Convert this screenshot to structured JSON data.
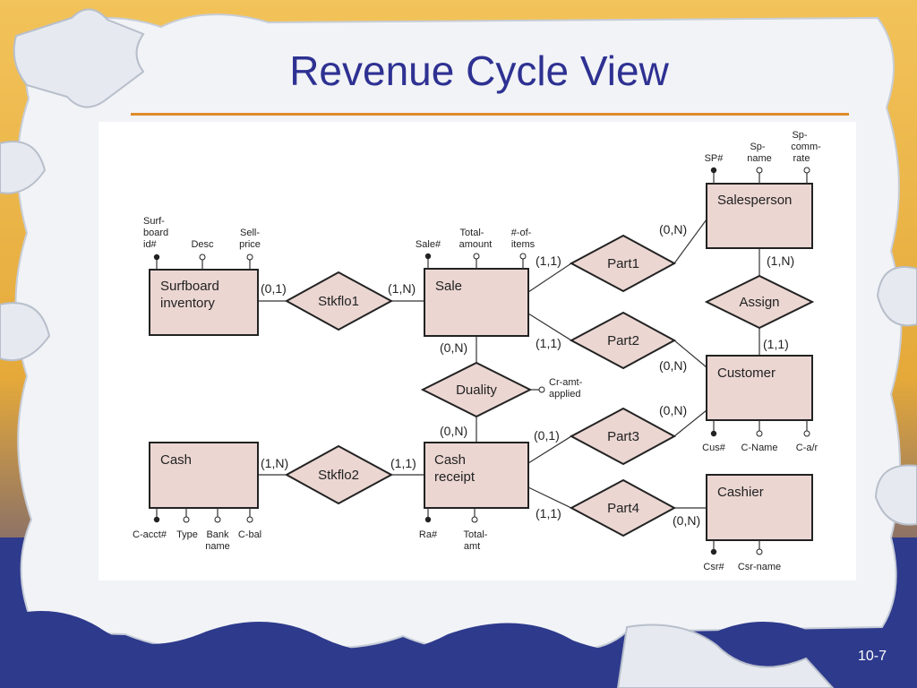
{
  "slide": {
    "title": "Revenue Cycle View",
    "page_number": "10-7"
  },
  "entities": {
    "surfboard_inventory": {
      "line1": "Surfboard",
      "line2": "inventory"
    },
    "sale": {
      "line1": "Sale"
    },
    "salesperson": {
      "line1": "Salesperson"
    },
    "customer": {
      "line1": "Customer"
    },
    "cash": {
      "line1": "Cash"
    },
    "cash_receipt": {
      "line1": "Cash",
      "line2": "receipt"
    },
    "cashier": {
      "line1": "Cashier"
    }
  },
  "relationships": {
    "stkflo1": "Stkflo1",
    "part1": "Part1",
    "part2": "Part2",
    "assign": "Assign",
    "duality": "Duality",
    "part3": "Part3",
    "stkflo2": "Stkflo2",
    "part4": "Part4"
  },
  "cardinalities": {
    "inv_stkflo1": "(0,1)",
    "sale_stkflo1": "(1,N)",
    "sale_part1": "(1,1)",
    "sp_part1": "(0,N)",
    "sp_assign": "(1,N)",
    "cust_assign": "(1,1)",
    "sale_part2": "(1,1)",
    "cust_part2": "(0,N)",
    "sale_duality": "(0,N)",
    "cr_duality": "(0,N)",
    "cr_part3": "(0,1)",
    "cust_part3": "(0,N)",
    "cash_stkflo2": "(1,N)",
    "cr_stkflo2": "(1,1)",
    "cr_part4": "(1,1)",
    "cashier_part4": "(0,N)"
  },
  "attributes": {
    "inventory": {
      "surfboard_id": [
        "Surf-",
        "board",
        "id#"
      ],
      "desc": [
        "Desc"
      ],
      "sell_price": [
        "Sell-",
        "price"
      ]
    },
    "sale": {
      "sale_no": [
        "Sale#"
      ],
      "total_amount": [
        "Total-",
        "amount"
      ],
      "num_items": [
        "#-of-",
        "items"
      ]
    },
    "salesperson": {
      "sp_no": [
        "SP#"
      ],
      "sp_name": [
        "Sp-",
        "name"
      ],
      "sp_comm_rate": [
        "Sp-",
        "comm-",
        "rate"
      ]
    },
    "customer": {
      "cus_no": [
        "Cus#"
      ],
      "c_name": [
        "C-Name"
      ],
      "c_ar": [
        "C-a/r"
      ]
    },
    "duality": {
      "cr_amt_applied": [
        "Cr-amt-",
        "applied"
      ]
    },
    "cash": {
      "c_acct": [
        "C-acct#"
      ],
      "type": [
        "Type"
      ],
      "bank_name": [
        "Bank",
        "name"
      ],
      "c_bal": [
        "C-bal"
      ]
    },
    "cash_receipt": {
      "ra_no": [
        "Ra#"
      ],
      "total_amt": [
        "Total-",
        "amt"
      ]
    },
    "cashier": {
      "csr_no": [
        "Csr#"
      ],
      "csr_name": [
        "Csr-name"
      ]
    }
  },
  "colors": {
    "title": "#2E3192",
    "rule": "#E08A2A",
    "background_blue": "#2E3A8C",
    "puzzle_gold": "#E9B440",
    "puzzle_white": "#F1F3F6",
    "diagram_bg": "#FFFFFF",
    "shape_fill": "#EBD6D2"
  }
}
